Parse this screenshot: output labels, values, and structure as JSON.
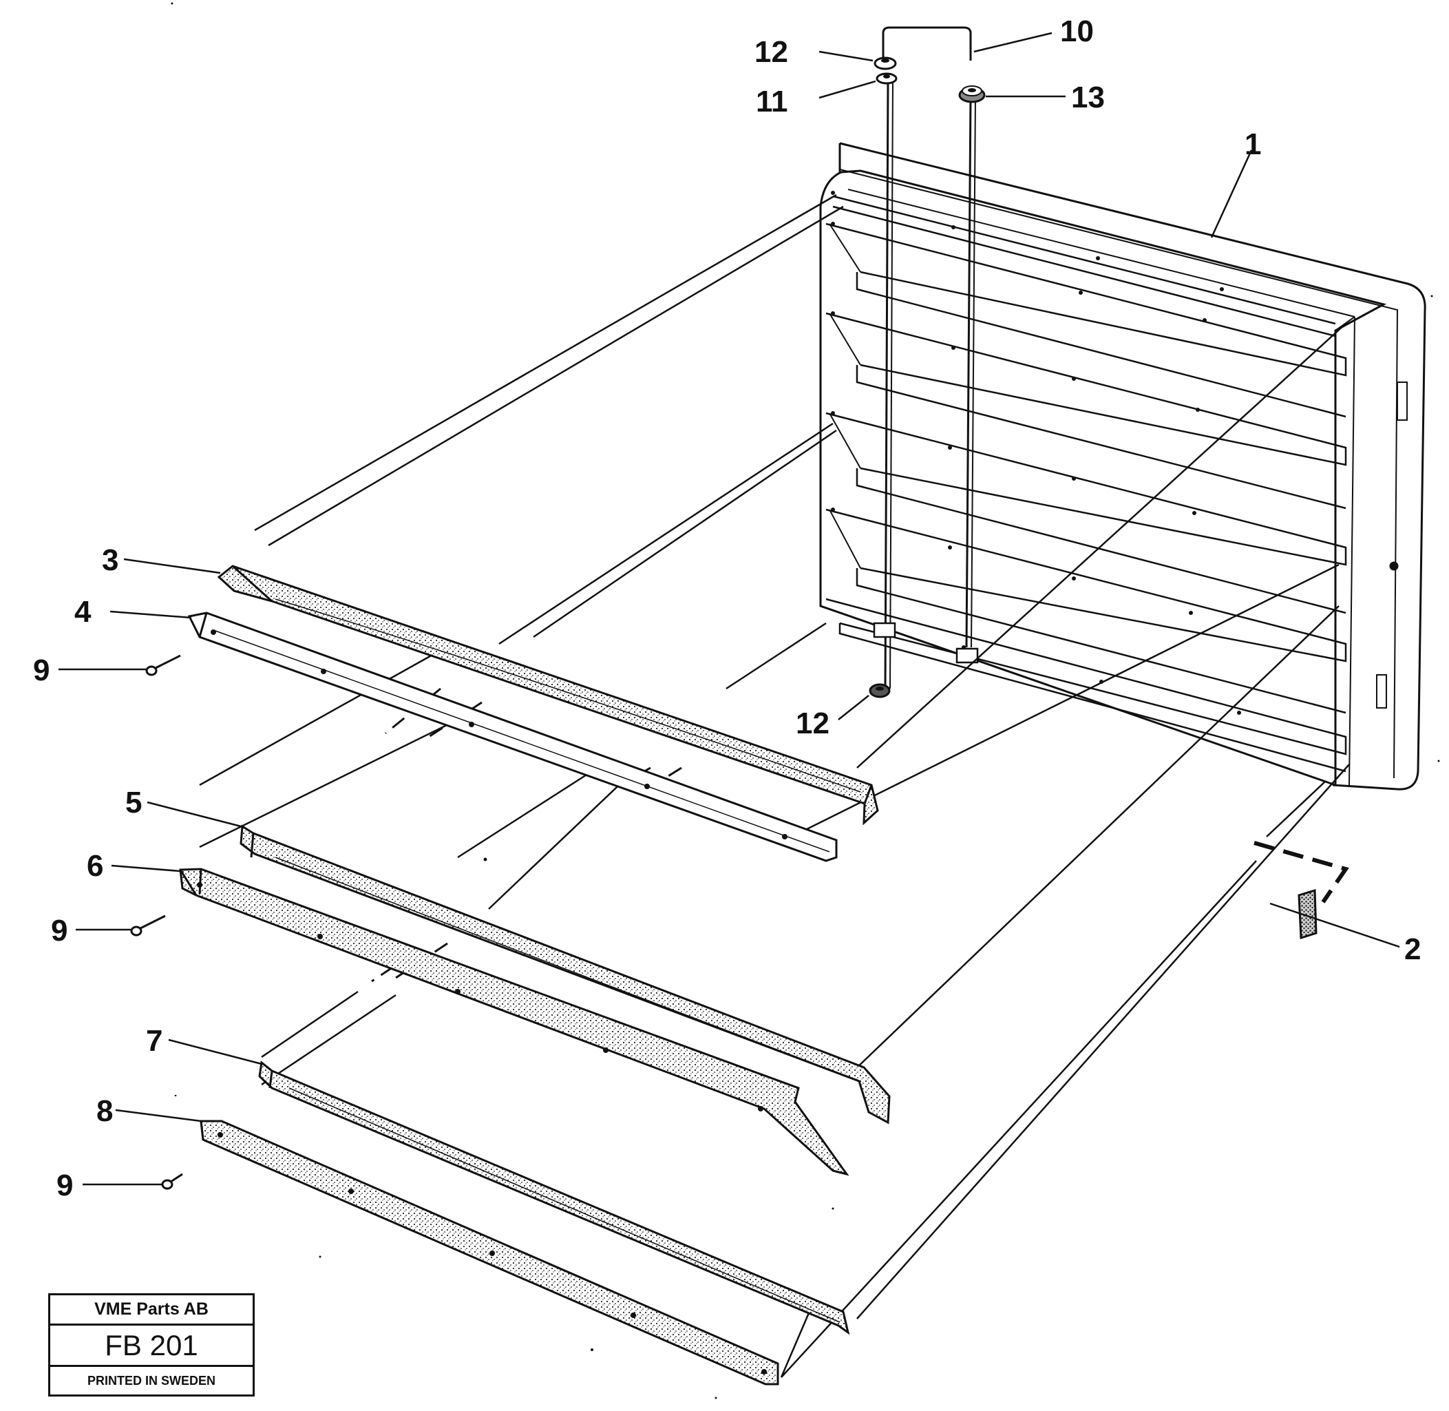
{
  "diagram": {
    "callouts": [
      {
        "id": "callout-1",
        "label": "1"
      },
      {
        "id": "callout-2",
        "label": "2"
      },
      {
        "id": "callout-3",
        "label": "3"
      },
      {
        "id": "callout-4",
        "label": "4"
      },
      {
        "id": "callout-5",
        "label": "5"
      },
      {
        "id": "callout-6",
        "label": "6"
      },
      {
        "id": "callout-7",
        "label": "7"
      },
      {
        "id": "callout-8",
        "label": "8"
      },
      {
        "id": "callout-9-top",
        "label": "9"
      },
      {
        "id": "callout-9-mid",
        "label": "9"
      },
      {
        "id": "callout-9-bottom",
        "label": "9"
      },
      {
        "id": "callout-10",
        "label": "10"
      },
      {
        "id": "callout-11",
        "label": "11"
      },
      {
        "id": "callout-12-top",
        "label": "12"
      },
      {
        "id": "callout-12-bottom",
        "label": "12"
      },
      {
        "id": "callout-13",
        "label": "13"
      }
    ]
  },
  "title_block": {
    "company": "VME Parts AB",
    "figure_number": "FB 201",
    "printed": "PRINTED IN SWEDEN"
  }
}
